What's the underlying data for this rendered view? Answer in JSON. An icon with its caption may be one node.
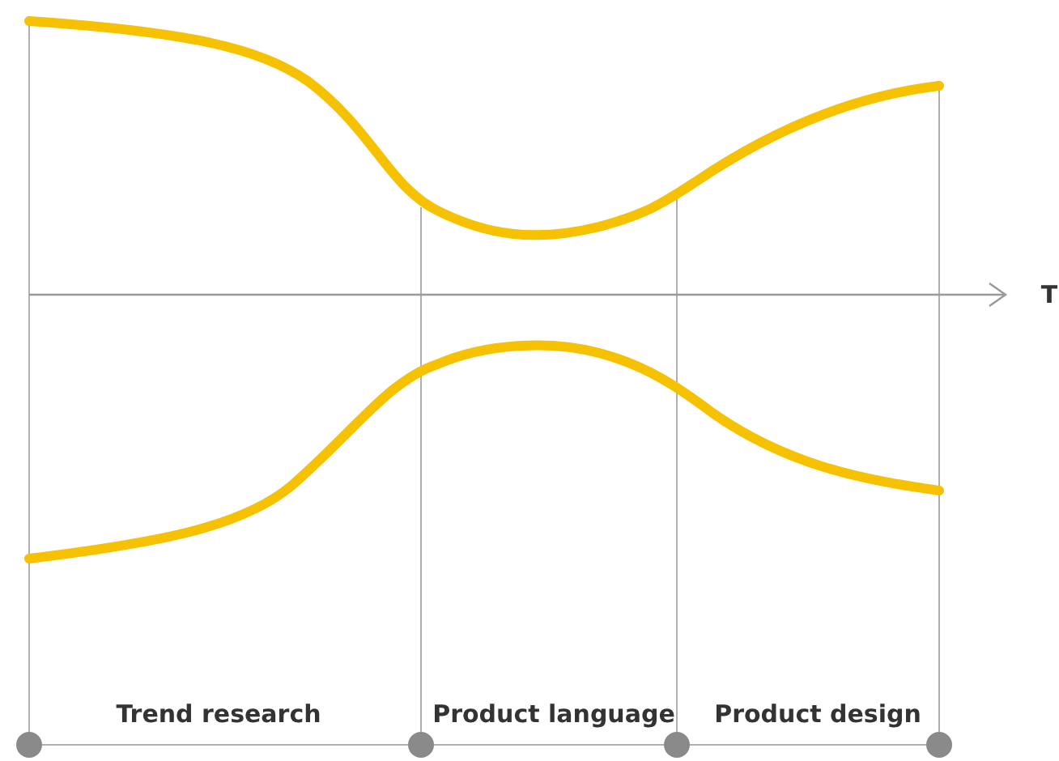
{
  "diagram": {
    "labels": [
      "T",
      "Trend research",
      "Product language",
      "Product design"
    ]
  }
}
